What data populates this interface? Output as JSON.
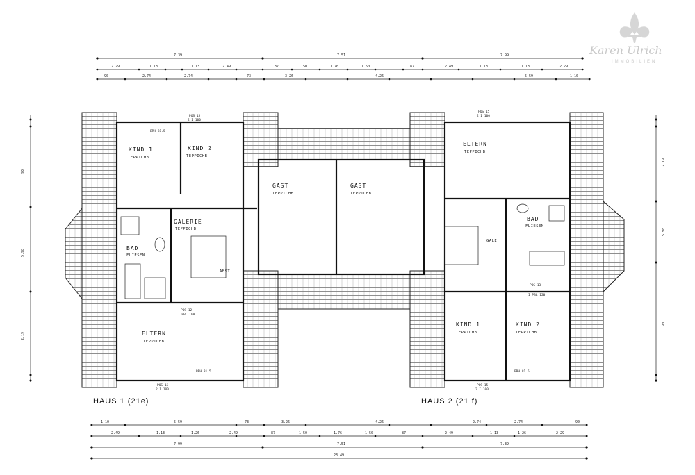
{
  "logo": {
    "name": "Karen Ulrich",
    "subtitle": "IMMOBILIEN",
    "color": "#c9c9c9"
  },
  "houses": [
    {
      "label": "HAUS 1 (21e)"
    },
    {
      "label": "HAUS 2 (21 f)"
    }
  ],
  "rooms": {
    "h1_kind1": {
      "name": "KIND 1",
      "floor": "TEPPICHB"
    },
    "h1_kind2": {
      "name": "KIND 2",
      "floor": "TEPPICHB"
    },
    "h1_galerie": {
      "name": "GALERIE",
      "floor": "TEPPICHB"
    },
    "h1_bad": {
      "name": "BAD",
      "floor": "FLIESEN"
    },
    "h1_abst": {
      "name": "ABST."
    },
    "h1_eltern": {
      "name": "ELTERN",
      "floor": "TEPPICHB"
    },
    "gast1": {
      "name": "GAST",
      "floor": "TEPPICHB"
    },
    "gast2": {
      "name": "GAST",
      "floor": "TEPPICHB"
    },
    "h2_eltern": {
      "name": "ELTERN",
      "floor": "TEPPICHB"
    },
    "h2_bad": {
      "name": "BAD",
      "floor": "FLIESEN"
    },
    "h2_gale": {
      "name": "GALE"
    },
    "h2_kind1": {
      "name": "KIND 1",
      "floor": "TEPPICHB"
    },
    "h2_kind2": {
      "name": "KIND 2",
      "floor": "TEPPICHB"
    }
  },
  "window_tags": {
    "pos15": "POS 15",
    "zi100": "2 I 100",
    "brh": "BRH 81.5",
    "pos13": "POS 13",
    "ipbl": "I PBL 120",
    "pos12": "POS 12",
    "ipbl100": "I PBL 100"
  },
  "dimensions": {
    "top_row1": [
      "7.39",
      "7.51",
      "7.99"
    ],
    "top_row2": [
      "2.29",
      "1.13",
      "1.13",
      "2.49",
      "87",
      "1.50",
      "1.76",
      "1.50",
      "87",
      "2.49",
      "1.13",
      "1.13",
      "2.29"
    ],
    "top_row3": [
      "90",
      "2.74",
      "2.74",
      "73",
      "3.26",
      "4.26",
      "5.59",
      "1.10"
    ],
    "bottom_row1": [
      "1.10",
      "5.59",
      "73",
      "3.26",
      "4.26",
      "2.74",
      "2.74",
      "90"
    ],
    "bottom_row2": [
      "2.49",
      "1.13",
      "1.26",
      "2.49",
      "87",
      "1.50",
      "1.76",
      "1.50",
      "87",
      "2.49",
      "1.13",
      "1.26",
      "2.29"
    ],
    "bottom_row3": [
      "7.99",
      "7.51",
      "7.39"
    ],
    "bottom_total": "23.49",
    "left_side": [
      "90",
      "5.98",
      "2.19"
    ],
    "right_side": [
      "2.19",
      "5.98",
      "90"
    ]
  }
}
